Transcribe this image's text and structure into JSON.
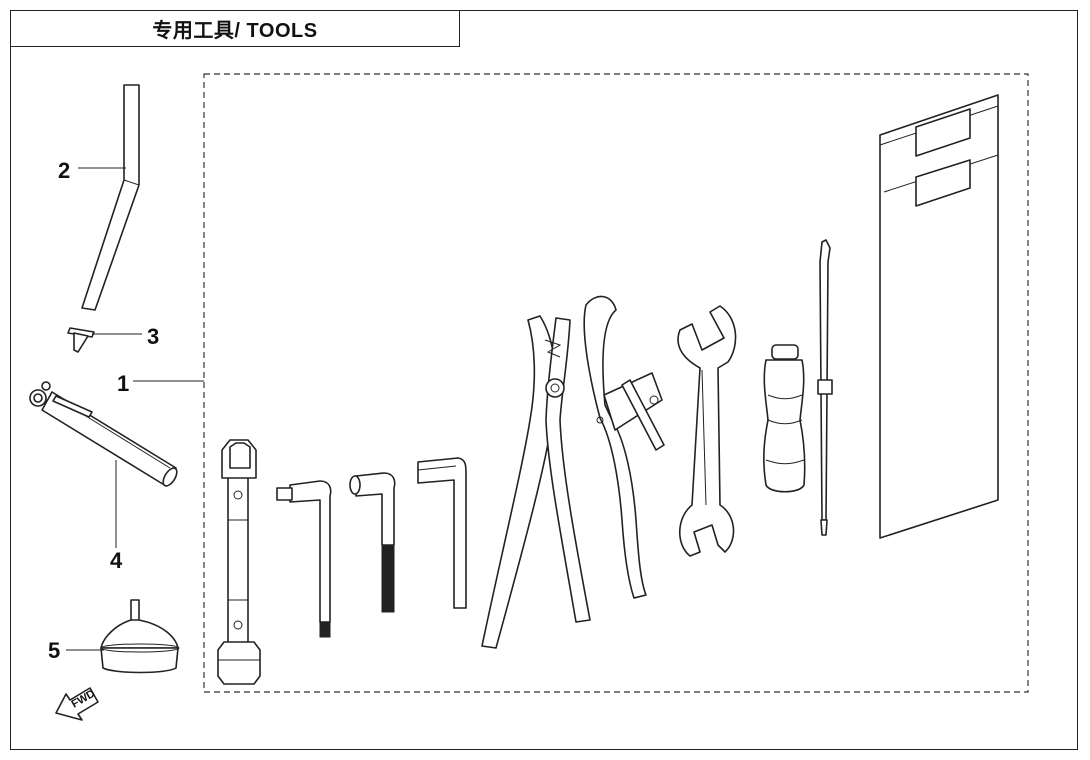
{
  "header": {
    "title": "专用工具/ TOOLS"
  },
  "callouts": [
    {
      "id": "1",
      "label": "1"
    },
    {
      "id": "2",
      "label": "2"
    },
    {
      "id": "3",
      "label": "3"
    },
    {
      "id": "4",
      "label": "4"
    },
    {
      "id": "5",
      "label": "5"
    }
  ],
  "direction": {
    "label": "FWD"
  }
}
